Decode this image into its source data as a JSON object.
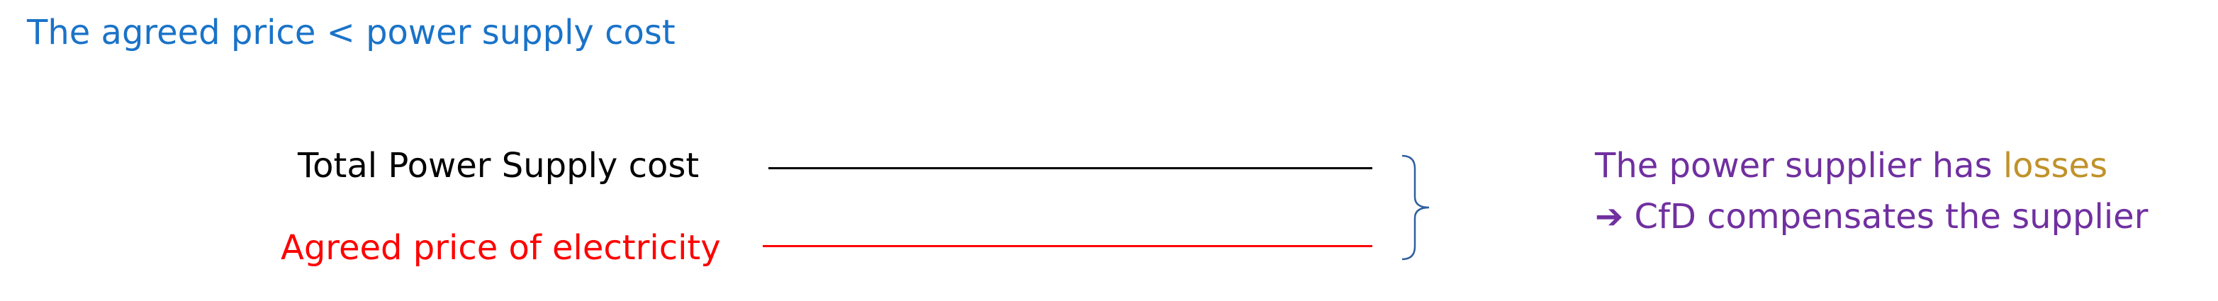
{
  "heading": "The agreed price < power supply cost",
  "labels": {
    "total_cost": "Total Power Supply cost",
    "agreed_price": "Agreed price of electricity"
  },
  "result": {
    "line1_prefix": "The power supplier has ",
    "line1_highlight": "losses",
    "line2_arrow": "➔",
    "line2_text": " CfD compensates the supplier"
  },
  "colors": {
    "heading": "#1a73c8",
    "total_cost": "#000000",
    "agreed_price": "#ff0000",
    "result": "#7030a0",
    "losses": "#c0922a"
  }
}
